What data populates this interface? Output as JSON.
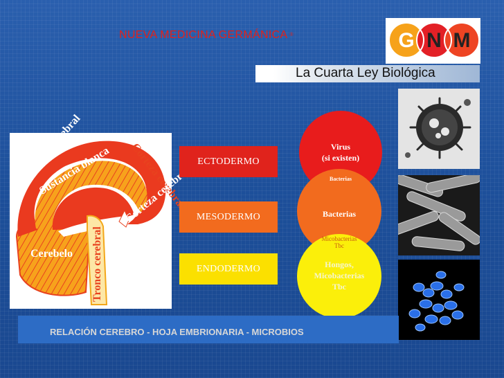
{
  "header": {
    "title": "NUEVA MEDICINA GERMÁNICA",
    "title_mark": "®"
  },
  "logo": {
    "letters": [
      "G",
      "N",
      "M"
    ],
    "colors": [
      "#f6a21a",
      "#e32026",
      "#ee4423"
    ]
  },
  "banner": {
    "text": "La Cuarta Ley Biológica"
  },
  "brain_labels": {
    "corteza_1": "Corteza cerebral",
    "sustancia": "Sustancia blanca",
    "corteza_2": "Corteza cerebral",
    "corteza_3": "Corteza cerebral",
    "cerebelo": "Cerebelo",
    "tronco": "Tronco cerebral"
  },
  "layers": [
    {
      "label": "ECTODERMO",
      "color": "#e0231c"
    },
    {
      "label": "MESODERMO",
      "color": "#f26b1e"
    },
    {
      "label": "ENDODERMO",
      "color": "#fbe000"
    }
  ],
  "circles": {
    "red_line1": "Virus",
    "red_line2": "(si existen)",
    "red_overlap": "Bacterias",
    "orange": "Bacterias",
    "yellow_overlap_1": "Micobacterias",
    "yellow_overlap_2": "Tbc",
    "yellow_1": "Hongos,",
    "yellow_2": "Micobacterias",
    "yellow_3": "Tbc"
  },
  "caption": {
    "text": "RELACIÓN CEREBRO - HOJA EMBRIONARIA - MICROBIOS"
  }
}
